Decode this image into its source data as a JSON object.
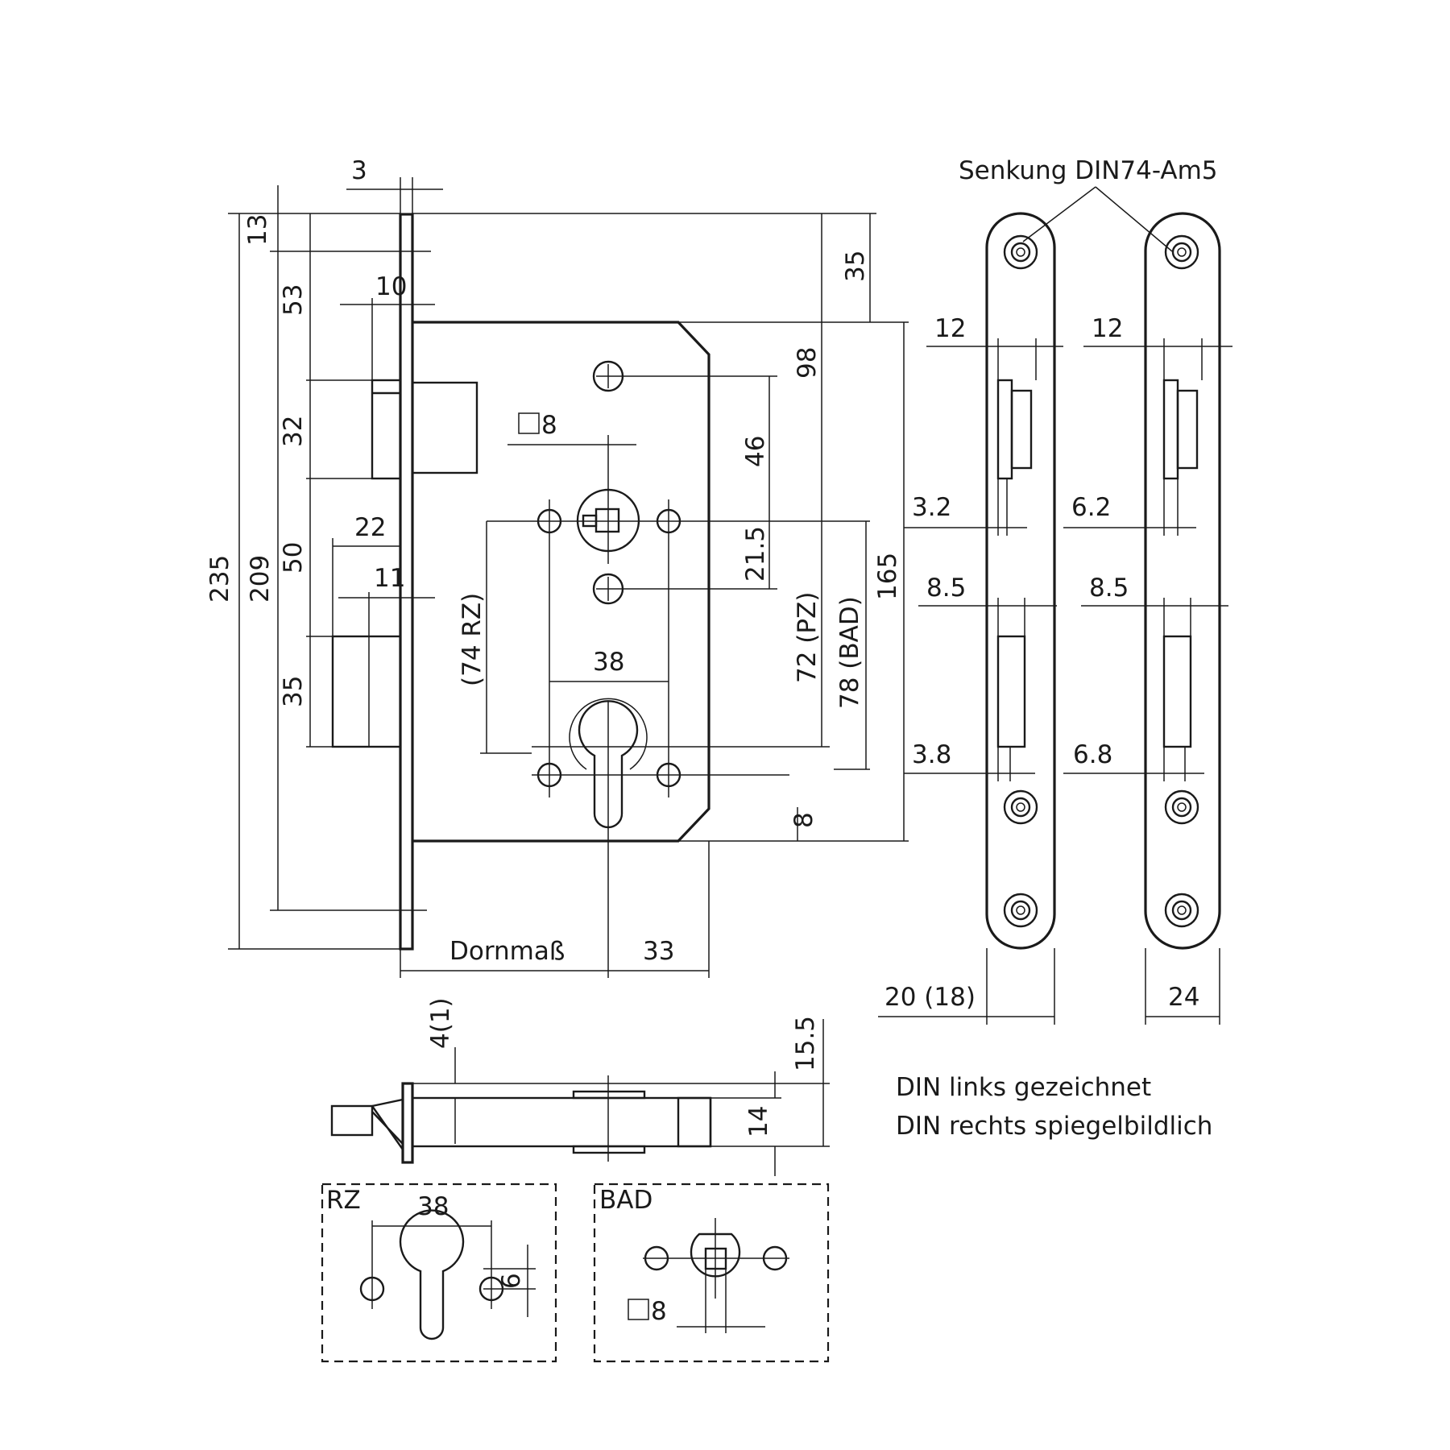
{
  "labels": {
    "countersink": "Senkung DIN74-Am5",
    "d_3": "3",
    "d_13": "13",
    "d_53": "53",
    "d_10": "10",
    "d_32": "32",
    "d_50": "50",
    "d_22": "22",
    "d_11": "11",
    "d_35_left": "35",
    "d_235": "235",
    "d_209": "209",
    "d_35_top": "35",
    "d_98": "98",
    "d_46": "46",
    "d_21_5": "21.5",
    "d_72pz": "72 (PZ)",
    "d_78bad": "78 (BAD)",
    "d_165": "165",
    "d_74rz": "(74 RZ)",
    "d_38": "38",
    "d_8_bottom": "8",
    "square8": "8",
    "backset": "Dornmaß",
    "d_33": "33",
    "d_12a": "12",
    "d_12b": "12",
    "d_3_2": "3.2",
    "d_6_2": "6.2",
    "d_8_5a": "8.5",
    "d_8_5b": "8.5",
    "d_3_8": "3.8",
    "d_6_8": "6.8",
    "d_20_18": "20 (18)",
    "d_24": "24",
    "d_4_1": "4(1)",
    "d_15_5": "15.5",
    "d_14": "14",
    "note1": "DIN links gezeichnet",
    "note2": "DIN rechts spiegelbildlich",
    "rz_title": "RZ",
    "rz_38": "38",
    "rz_6": "6",
    "bad_title": "BAD",
    "bad_square8": "8"
  }
}
